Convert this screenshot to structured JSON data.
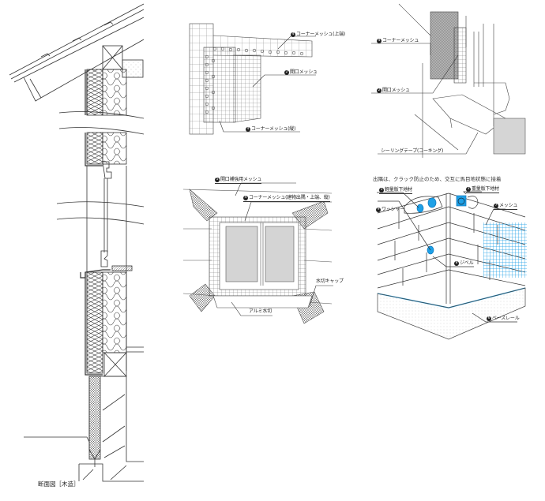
{
  "section_drawing": {
    "caption": "断面図［木造］"
  },
  "mesh_detail": {
    "labels": [
      {
        "num": "4",
        "text": "コーナーメッシュ(上端)"
      },
      {
        "num": "2",
        "text": "開口メッシュ"
      },
      {
        "num": "4",
        "text": "コーナーメッシュ(縦)"
      }
    ]
  },
  "sill_detail": {
    "labels": [
      {
        "num": "4",
        "text": "コーナーメッシュ"
      },
      {
        "num": "2",
        "text": "開口メッシュ"
      },
      {
        "num": "",
        "text": "シーリングテープ(コーキング)"
      }
    ]
  },
  "window_detail": {
    "labels": [
      {
        "num": "5",
        "text": "開口補強用メッシュ"
      },
      {
        "num": "4",
        "text": "コーナーメッシュ(建物出隅・上端、縦)"
      },
      {
        "num": "",
        "text": "水切キャップ"
      },
      {
        "num": "",
        "text": "アルミ水切"
      }
    ]
  },
  "corner_detail": {
    "note": "出隅は、クラック防止のため、交互に馬目地状態に接着",
    "labels": [
      {
        "num": "1",
        "text": "軽量版下地材"
      },
      {
        "num": "3",
        "text": "重量版下地材"
      },
      {
        "num": "9",
        "text": "ワッシャー"
      },
      {
        "num": "7",
        "text": "メッシュ"
      },
      {
        "num": "8",
        "text": "ジベル"
      },
      {
        "num": "6",
        "text": "ベースレール"
      }
    ],
    "accent_color": "#1ea0e6"
  }
}
